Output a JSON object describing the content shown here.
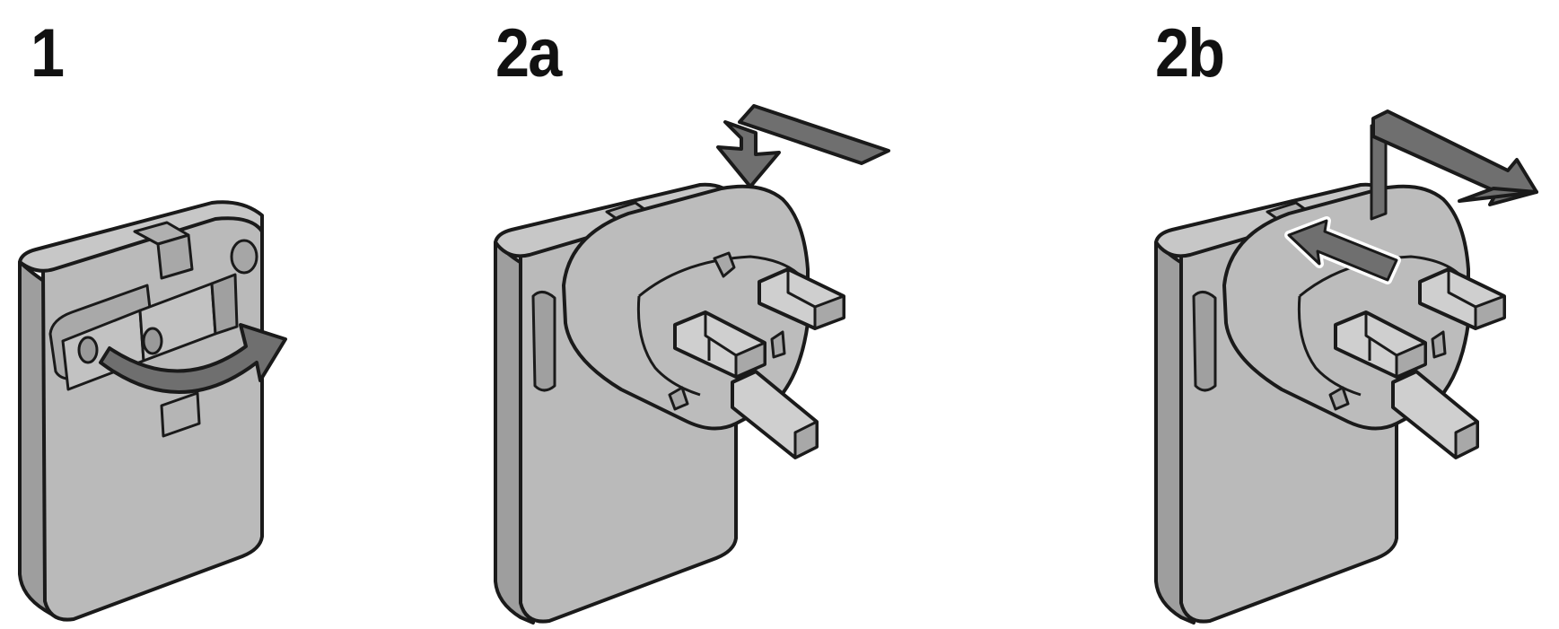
{
  "steps": [
    {
      "label": "1"
    },
    {
      "label": "2a"
    },
    {
      "label": "2b"
    }
  ],
  "colors": {
    "body_fill": "#b9b9b9",
    "body_dark": "#9a9a9a",
    "outline": "#1a1a1a",
    "arrow_fill": "#6f6f6f",
    "background": "#ffffff"
  }
}
